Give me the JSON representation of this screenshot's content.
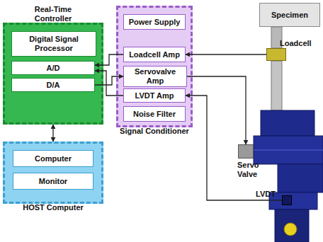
{
  "diagram": {
    "nodes": [
      {
        "text": [
          "Real-Time Controller"
        ]
      },
      {
        "text": [
          "Digital Signal Processor"
        ],
        "in": 0
      },
      {
        "text": [
          "A/D"
        ],
        "in": 0
      },
      {
        "text": [
          "D/A"
        ],
        "in": 0
      },
      {
        "text": [
          "HOST Computer"
        ]
      },
      {
        "text": [
          "Computer"
        ],
        "in": 4
      },
      {
        "text": [
          "Monitor"
        ],
        "in": 4
      },
      {
        "text": [
          "Signal Conditioner"
        ]
      },
      {
        "text": [
          "Power Supply"
        ],
        "in": 7
      },
      {
        "text": [
          "Loadcell Amp"
        ],
        "in": 7
      },
      {
        "text": [
          "Servovalve Amp"
        ],
        "in": 7
      },
      {
        "text": [
          "LVDT Amp"
        ],
        "in": 7
      },
      {
        "text": [
          "Noise Filter"
        ],
        "in": 7
      },
      {
        "text": [
          "Specimen"
        ]
      },
      {
        "text": [
          "Loadcell"
        ]
      },
      {
        "text": [
          "Servo Valve"
        ]
      },
      {
        "text": [
          "LVDT"
        ]
      }
    ],
    "edges": [
      {
        "from": 14,
        "to": 9,
        "arrow": "to"
      },
      {
        "from": 9,
        "to": 2,
        "arrow": "to"
      },
      {
        "from": 11,
        "to": 2,
        "arrow": "to"
      },
      {
        "from": 3,
        "to": 10,
        "arrow": "to"
      },
      {
        "from": 10,
        "to": 15,
        "arrow": "to"
      },
      {
        "from": 16,
        "to": 11,
        "arrow": "to"
      },
      {
        "from": 0,
        "to": 4,
        "arrow": "both"
      }
    ]
  }
}
